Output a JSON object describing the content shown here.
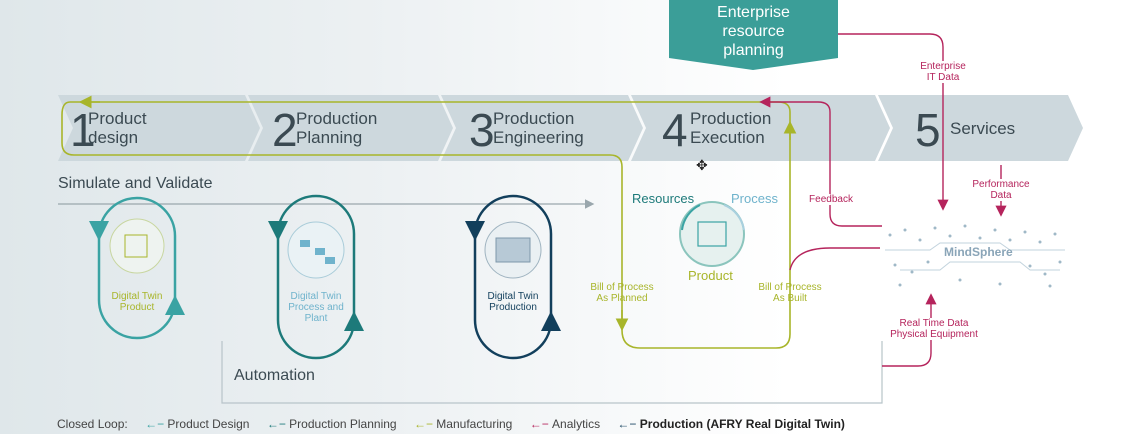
{
  "erp": {
    "line1": "Enterprise",
    "line2": "resource",
    "line3": "planning"
  },
  "stages": [
    {
      "num": "1",
      "line1": "Product",
      "line2": "design"
    },
    {
      "num": "2",
      "line1": "Production",
      "line2": "Planning"
    },
    {
      "num": "3",
      "line1": "Production",
      "line2": "Engineering"
    },
    {
      "num": "4",
      "line1": "Production",
      "line2": "Execution"
    },
    {
      "num": "5",
      "line1": "Services",
      "line2": ""
    }
  ],
  "simulate": "Simulate and Validate",
  "automation": "Automation",
  "twins": [
    {
      "line1": "Digital Twin",
      "line2": "Product",
      "line3": ""
    },
    {
      "line1": "Digital Twin",
      "line2": "Process and",
      "line3": "Plant"
    },
    {
      "line1": "Digital Twin",
      "line2": "Production",
      "line3": ""
    }
  ],
  "execution": {
    "resources": "Resources",
    "process": "Process",
    "product": "Product"
  },
  "bop_planned": {
    "line1": "Bill of Process",
    "line2": "As Planned"
  },
  "bop_built": {
    "line1": "Bill of Process",
    "line2": "As Built"
  },
  "feedback": "Feedback",
  "enterprise_it": {
    "line1": "Enterprise",
    "line2": "IT Data"
  },
  "performance": {
    "line1": "Performance",
    "line2": "Data"
  },
  "mindsphere": "MindSphere",
  "realtime": {
    "line1": "Real Time Data",
    "line2": "Physical Equipment"
  },
  "legend": {
    "title": "Closed Loop:",
    "items": [
      {
        "label": "Product Design",
        "color": "#3aa3a3"
      },
      {
        "label": "Production Planning",
        "color": "#1d7a7a"
      },
      {
        "label": "Manufacturing",
        "color": "#a8b52a"
      },
      {
        "label": "Analytics",
        "color": "#b5245c"
      },
      {
        "label": "Production (AFRY Real Digital Twin)",
        "color": "#123f5c"
      }
    ]
  },
  "colors": {
    "teal_light": "#3aa3a3",
    "teal_dark": "#1d7a7a",
    "olive": "#a8b52a",
    "magenta": "#b5245c",
    "navy": "#123f5c",
    "erp_box": "#3b9e98",
    "chevron": "#cdd8dd"
  }
}
